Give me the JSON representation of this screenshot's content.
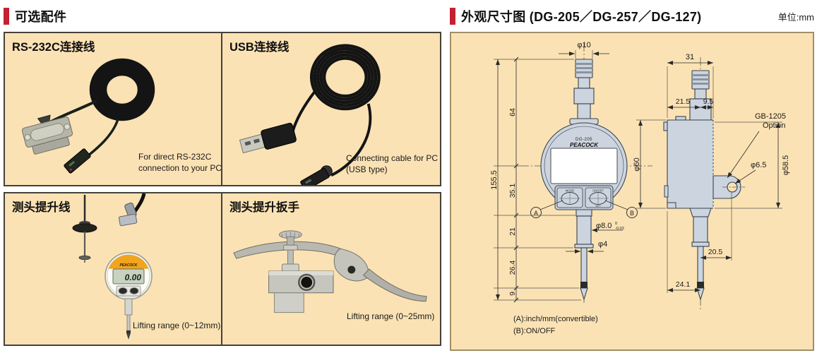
{
  "left_section": {
    "title": "可选配件",
    "panels": [
      {
        "title": "RS-232C连接线",
        "caption_line1": "For direct RS-232C",
        "caption_line2": "connection to your PC."
      },
      {
        "title": "USB连接线",
        "caption_line1": "Connecting cable for PC",
        "caption_line2": "(USB type)"
      },
      {
        "title": "测头提升线",
        "caption_line1": "Lifting range (0~12mm)",
        "photo_brand": "PEACOCK",
        "photo_display": "0.00"
      },
      {
        "title": "测头提升扳手",
        "caption_line1": "Lifting range (0~25mm)"
      }
    ]
  },
  "right_section": {
    "title": "外观尺寸图 (DG-205／DG-257／DG-127)",
    "unit": "单位:mm",
    "drawing": {
      "front_view": {
        "model": "DG-205",
        "brand": "PEACOCK",
        "btn_left": "MODE",
        "btn_right": "ON/OFF",
        "btn_right_sub": "SET",
        "callout_a": "A",
        "callout_b": "B",
        "dim_stem_dia": "φ10",
        "dim_total": "155.5",
        "dim_top_to_center": "64",
        "dim_center_to_stem": "35.1",
        "dim_stem_len": "21",
        "dim_spindle_len": "26.4",
        "dim_tip_len": "9",
        "dim_stem2_dia": "φ8.0",
        "dim_stem2_tol_upper": "0",
        "dim_stem2_tol_lower": "-0.03",
        "dim_spindle_dia": "φ4"
      },
      "side_view": {
        "dim_width": "31",
        "dim_back": "21.5",
        "dim_front": "9.5",
        "dim_body_dia": "φ60",
        "dim_bezel_dia": "φ58.5",
        "dim_hole_dia": "φ6.5",
        "dim_center_to_hole": "20.5",
        "dim_back_to_center": "24.1",
        "option_line1": "GB-1205",
        "option_line2": "Option"
      },
      "notes": [
        "(A):inch/mm(convertible)",
        "(B):ON/OFF"
      ]
    }
  },
  "colors": {
    "accent_red": "#c32032",
    "panel_bg": "#fbe2b4",
    "panel_border": "#46413a",
    "drawing_border": "#a08f68",
    "part_fill": "#ccd5df",
    "gauge_orange": "#f1a41c"
  }
}
